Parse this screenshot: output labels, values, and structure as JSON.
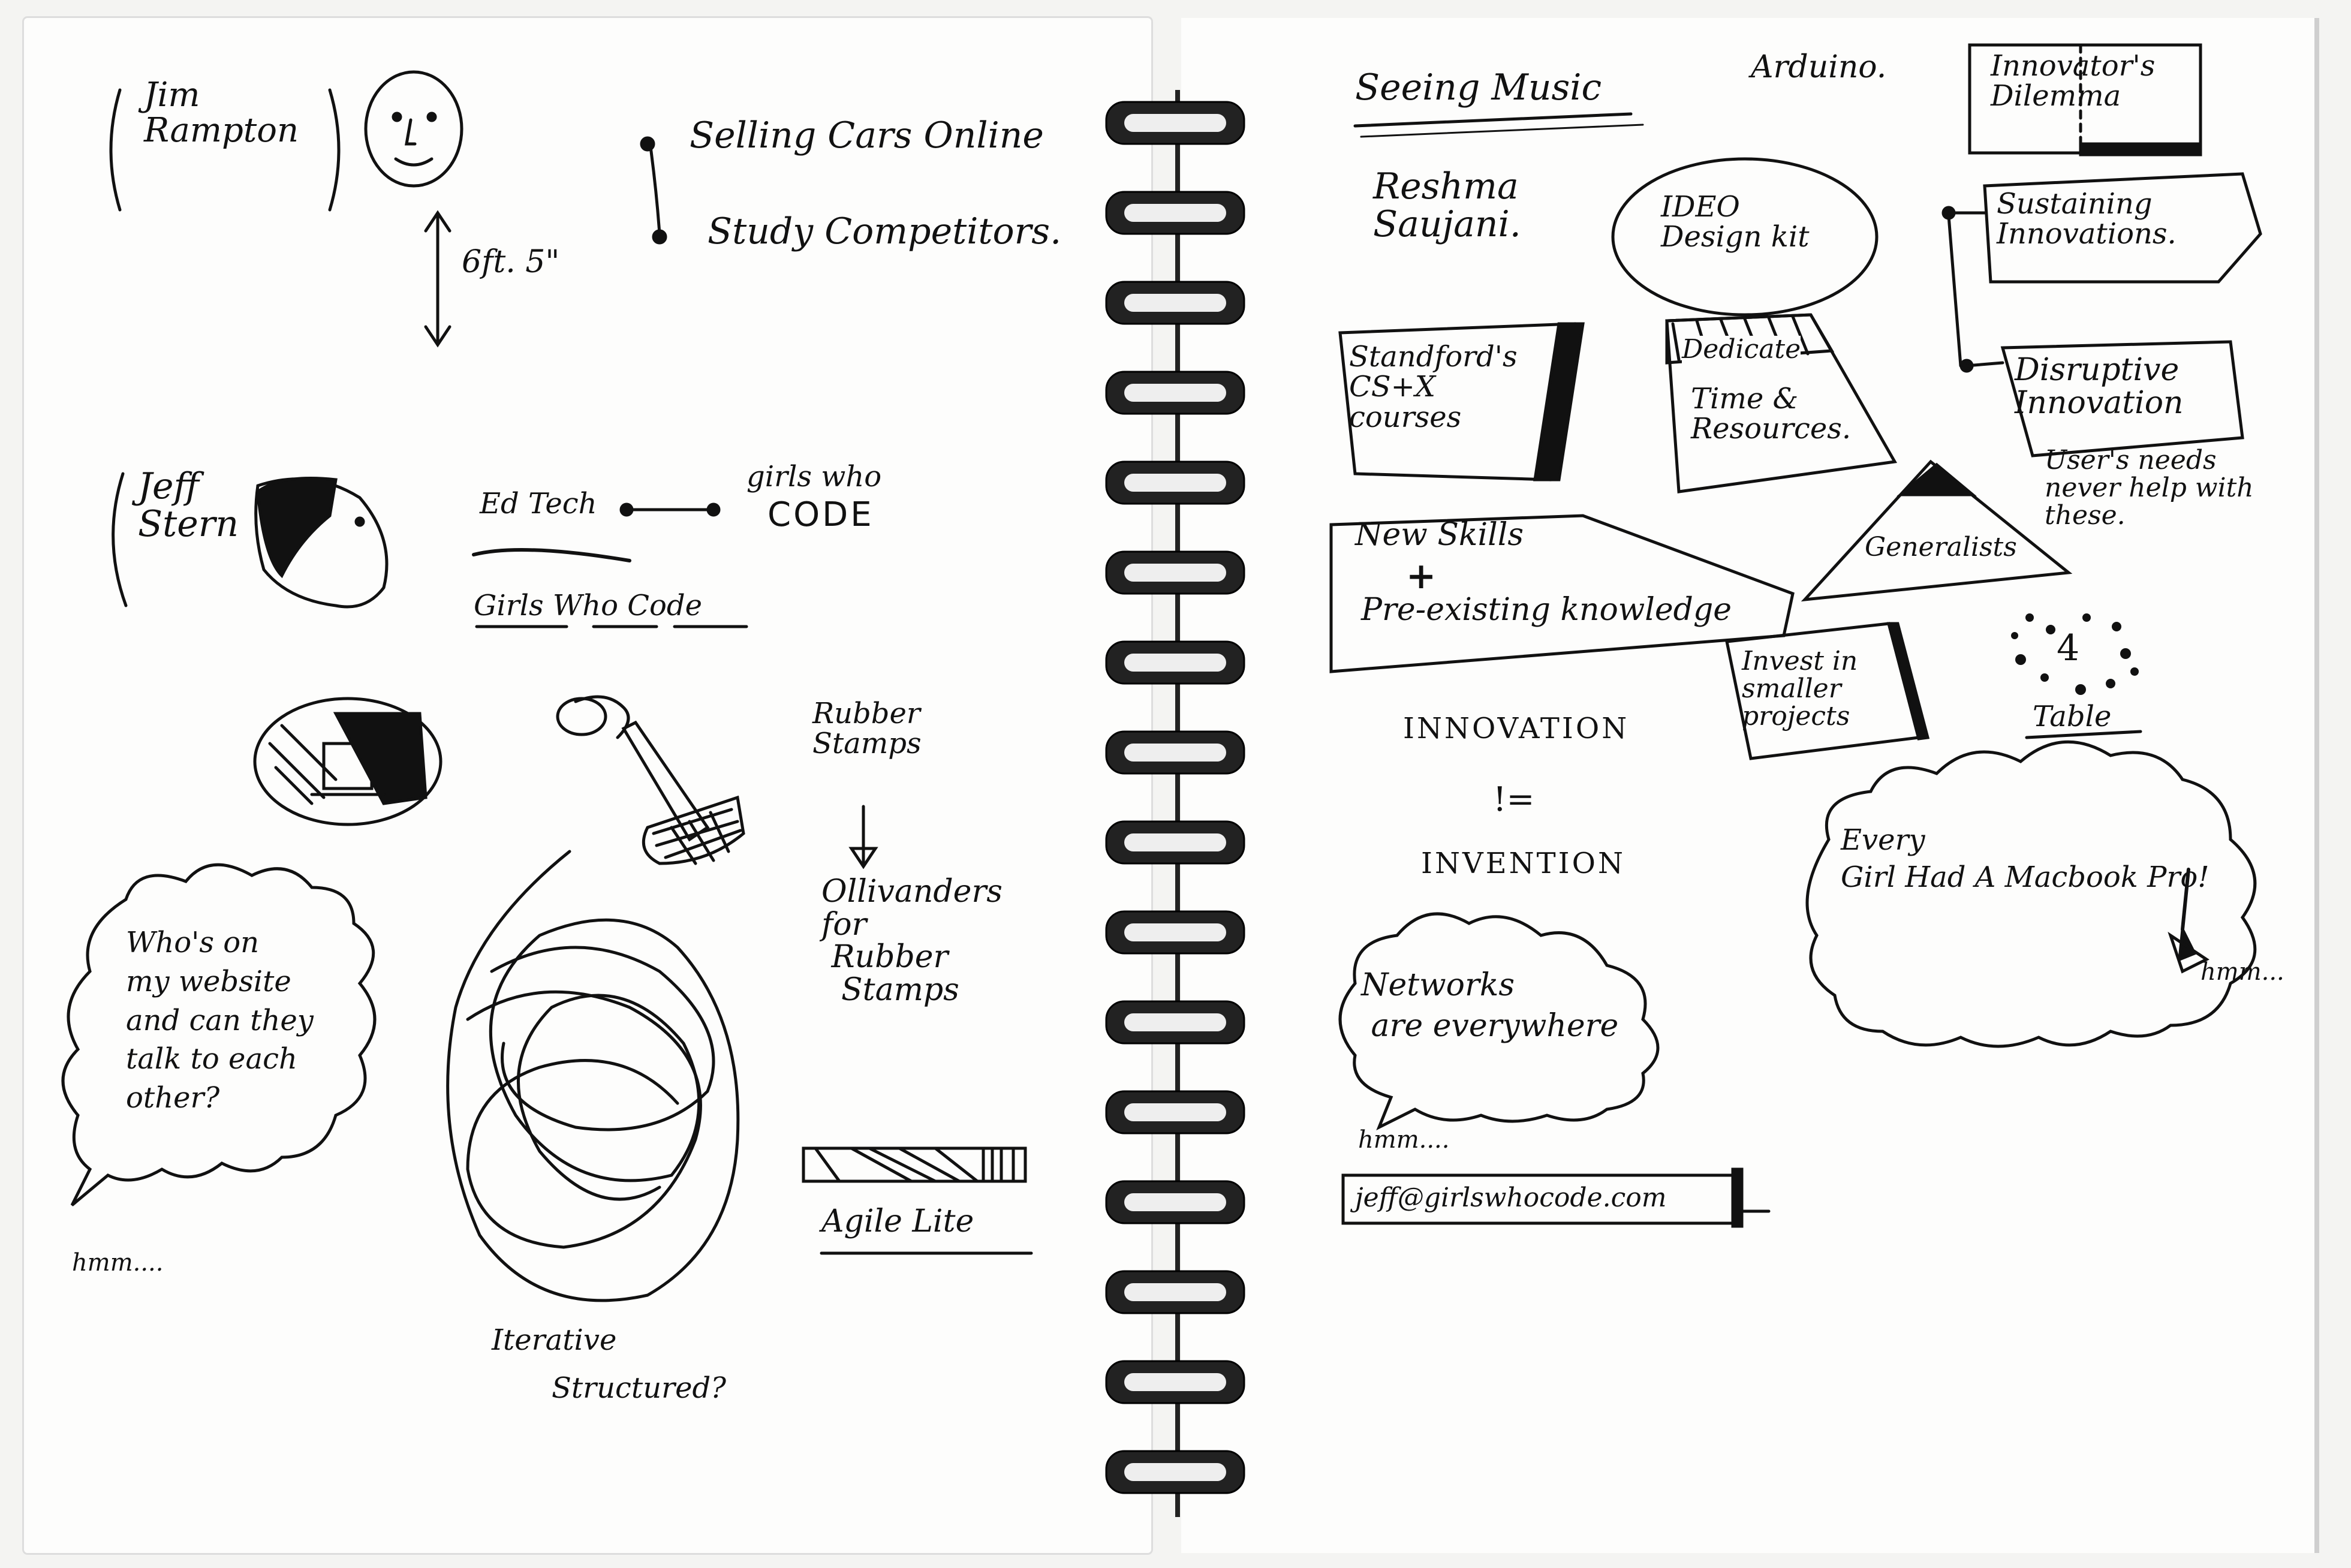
{
  "left": {
    "jim_name": "Jim\nRampton",
    "jim_height": "6ft. 5\"",
    "selling_cars": "Selling Cars Online",
    "study_competitors": "Study Competitors.",
    "jeff_name": "Jeff\nStern",
    "ed_tech": "Ed Tech",
    "girls_who_label": "girls who",
    "code_label": "CODE",
    "girls_who_code": "Girls Who Code",
    "rubber_stamps": "Rubber\nStamps",
    "ollivanders": "Ollivanders\nfor\n Rubber\n  Stamps",
    "agile_lite": "Agile Lite",
    "bubble_text": "Who's on\nmy website\nand can they\ntalk to each\nother?",
    "hmm_left": "hmm....",
    "iterative": "Iterative",
    "structured": "Structured?"
  },
  "right": {
    "seeing_music": "Seeing Music",
    "arduino": "Arduino.",
    "innovators_dilemma": "Innovator's\nDilemma",
    "reshma": "Reshma\nSaujani.",
    "ideo": "IDEO\nDesign kit",
    "sustaining": "Sustaining\nInnovations.",
    "stanford": "Standford's\nCS+X\ncourses",
    "dedicate_title": "Dedicate",
    "dedicate_body": "Time &\nResources.",
    "disruptive": "Disruptive\nInnovation",
    "users_needs": "User's needs\nnever help with\nthese.",
    "new_skills": "New Skills",
    "plus": "+",
    "preexisting": "Pre-existing knowledge",
    "generalists": "Generalists",
    "invest": "Invest in\nsmaller\nprojects",
    "table_label": "Table",
    "four": "4",
    "innovation": "INNOVATION",
    "not_equal": "!=",
    "invention": "INVENTION",
    "every_girl": "Every\nGirl Had A Macbook Pro!",
    "hmm_right_cloud": "hmm...",
    "networks": "Networks\n are everywhere",
    "hmm_right": "hmm....",
    "email": "jeff@girlswhocode.com"
  }
}
